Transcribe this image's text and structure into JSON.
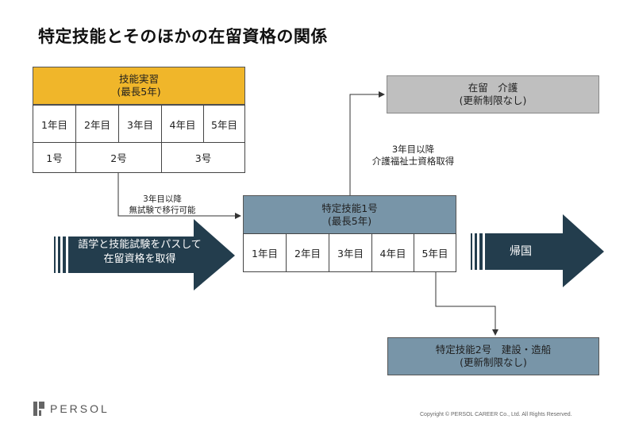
{
  "title": "特定技能とそのほかの在留資格の関係",
  "training": {
    "label": "技能実習",
    "sublabel": "(最長5年)",
    "years": [
      "1年目",
      "2年目",
      "3年目",
      "4年目",
      "5年目"
    ],
    "grades": [
      "1号",
      "2号",
      "3号"
    ]
  },
  "transfer_note": {
    "line1": "3年目以降",
    "line2": "無試験で移行可能"
  },
  "care_visa": {
    "label": "在留　介護",
    "sublabel": "(更新制限なし)"
  },
  "care_note": {
    "line1": "3年目以降",
    "line2": "介護福祉士資格取得"
  },
  "ssw1": {
    "label": "特定技能1号",
    "sublabel": "(最長5年)",
    "years": [
      "1年目",
      "2年目",
      "3年目",
      "4年目",
      "5年目"
    ]
  },
  "entry_arrow": {
    "line1": "語学と技能試験をパスして",
    "line2": "在留資格を取得"
  },
  "return_arrow": {
    "label": "帰国"
  },
  "ssw2": {
    "label": "特定技能2号　建設・造船",
    "sublabel": "(更新制限なし)"
  },
  "footer": {
    "logo": "PERSOL",
    "copyright": "Copyright © PERSOL CAREER Co., Ltd. All Rights Reserved."
  },
  "colors": {
    "training": "#f0b62a",
    "care": "#bfbfbf",
    "ssw": "#7895a8",
    "arrow": "#233d4d"
  },
  "icons": {
    "logo_mark": "persol-logo-icon",
    "stripes": "stripe-pattern-icon"
  }
}
